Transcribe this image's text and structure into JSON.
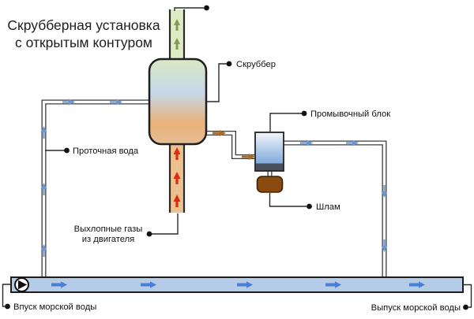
{
  "diagram": {
    "title_line1": "Скрубберная установка",
    "title_line2": "с открытым контуром",
    "labels": {
      "scrubber": "Скруббер",
      "washing_block": "Промывочный блок",
      "sludge": "Шлам",
      "flowing_water": "Проточная вода",
      "exhaust_line1": "Выхлопные газы",
      "exhaust_line2": "из двигателя",
      "sea_inlet": "Впуск морской воды",
      "sea_outlet": "Выпуск морской воды"
    },
    "colors": {
      "water_arrow": "#6a97cf",
      "channel_arrow": "#4a7ed2",
      "channel_fill": "#b5cce8",
      "exhaust_arrow": "#e02a10",
      "clean_gas_arrow": "#7f9c55",
      "dirty_water_arrow": "#b06a20",
      "sludge_fill": "#8a4a10",
      "chimney_fill": "#dcebc4"
    }
  }
}
